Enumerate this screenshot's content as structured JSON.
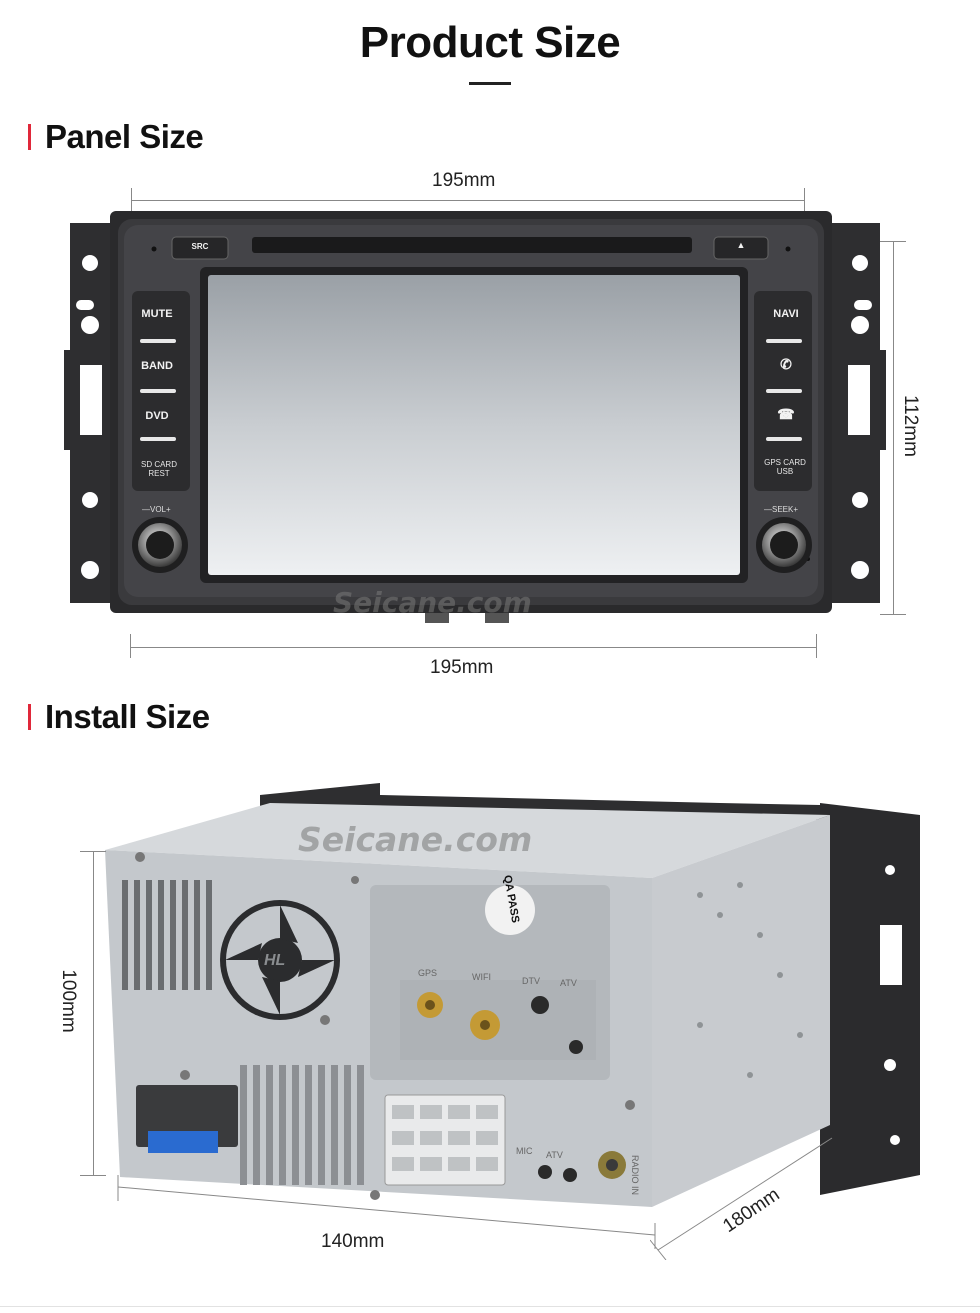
{
  "page": {
    "title": "Product Size"
  },
  "panel": {
    "heading": "Panel Size",
    "dims": {
      "top": "195mm",
      "bottom": "195mm",
      "right": "112mm"
    },
    "buttons": {
      "src": "SRC",
      "eject": "▲",
      "mute": "MUTE",
      "band": "BAND",
      "dvd": "DVD",
      "sd_card_line1": "SD CARD",
      "sd_card_line2": "REST",
      "navi": "NAVI",
      "gps_card_line1": "GPS CARD",
      "gps_card_line2": "USB"
    },
    "knob_labels": {
      "vol": "—VOL+",
      "seek": "—SEEK+"
    },
    "watermark": "Seicane.com"
  },
  "install": {
    "heading": "Install Size",
    "dims": {
      "height": "100mm",
      "width": "140mm",
      "depth": "180mm"
    },
    "watermark": "Seicane.com",
    "qa_sticker": "QA PASS",
    "ports": [
      "GPS",
      "WIFI",
      "DTV",
      "ATV"
    ],
    "ports_lower": [
      "MIC",
      "ATV"
    ],
    "radio_in": "RADIO IN",
    "fan_logo": "HL"
  }
}
